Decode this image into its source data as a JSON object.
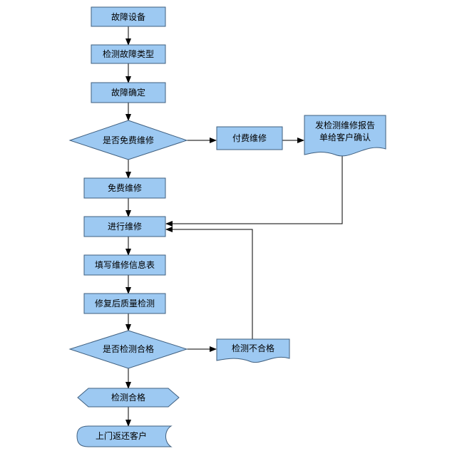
{
  "diagram": {
    "colors": {
      "fill": "#9dc9f2",
      "stroke": "#3f5f7f",
      "edge": "#000000",
      "background": "#ffffff"
    },
    "nodes": {
      "fault_device": {
        "label": "故障设备",
        "shape": "rect"
      },
      "detect_type": {
        "label": "检测故障类型",
        "shape": "rect"
      },
      "fault_confirm": {
        "label": "故障确定",
        "shape": "rect"
      },
      "is_free": {
        "label": "是否免费维修",
        "shape": "diamond"
      },
      "paid_repair": {
        "label": "付费维修",
        "shape": "rect"
      },
      "report": {
        "label_line1": "发检测维修报告",
        "label_line2": "单给客户确认",
        "shape": "document"
      },
      "free_repair": {
        "label": "免费维修",
        "shape": "rect"
      },
      "do_repair": {
        "label": "进行维修",
        "shape": "rect"
      },
      "fill_form": {
        "label": "填写维修信息表",
        "shape": "rect"
      },
      "quality_check": {
        "label": "修复后质量检测",
        "shape": "rect"
      },
      "is_pass": {
        "label": "是否检测合格",
        "shape": "diamond"
      },
      "fail": {
        "label": "检测不合格",
        "shape": "document"
      },
      "pass": {
        "label": "检测合格",
        "shape": "hexagon"
      },
      "return": {
        "label": "上门返还客户",
        "shape": "stored-data"
      }
    }
  }
}
